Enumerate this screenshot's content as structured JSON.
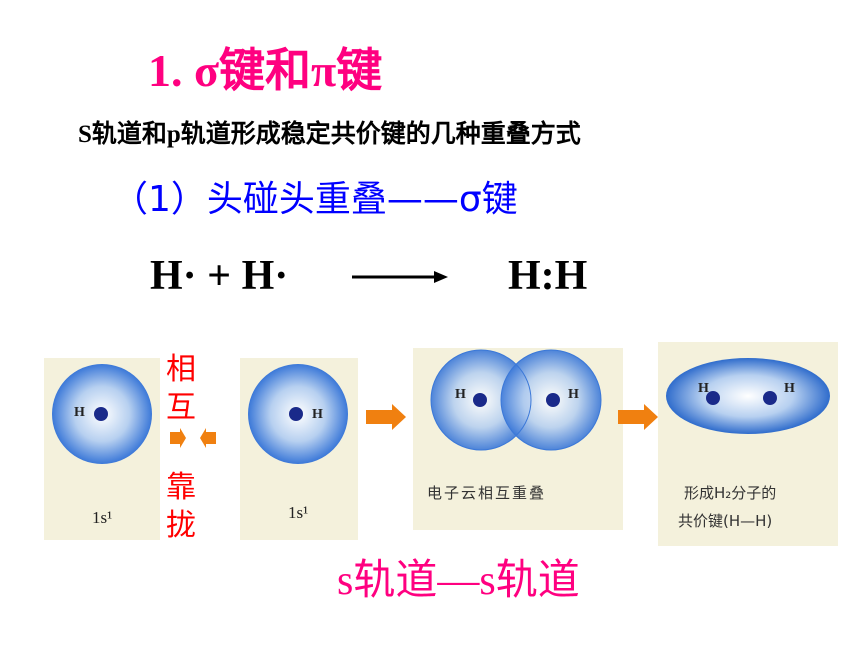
{
  "title": "1. σ键和π键",
  "subtitle": "S轨道和p轨道形成稳定共价键的几种重叠方式",
  "heading": "（1）头碰头重叠——σ键",
  "equation": {
    "left": "H· + H·",
    "right": "H:H"
  },
  "side_label": {
    "top_chars": [
      "相",
      "互"
    ],
    "bottom_chars": [
      "靠",
      "拢"
    ]
  },
  "panels": [
    {
      "nucleus": "H",
      "caption": "1s¹"
    },
    {
      "nucleus": "H",
      "caption": "1s¹"
    },
    {
      "nuclei": [
        "H",
        "H"
      ],
      "caption": "电子云相互重叠"
    },
    {
      "nuclei": [
        "H",
        "H"
      ],
      "caption_line1": "形成H₂分子的",
      "caption_line2": "共价键(H—H)"
    }
  ],
  "bottom_label": "s轨道—s轨道",
  "colors": {
    "title": "#ff0080",
    "heading": "#0000ff",
    "side_label": "#ff0000",
    "cloud": "#3b78d8",
    "nucleus": "#1a2a8a",
    "arrow_block": "#f08010"
  }
}
